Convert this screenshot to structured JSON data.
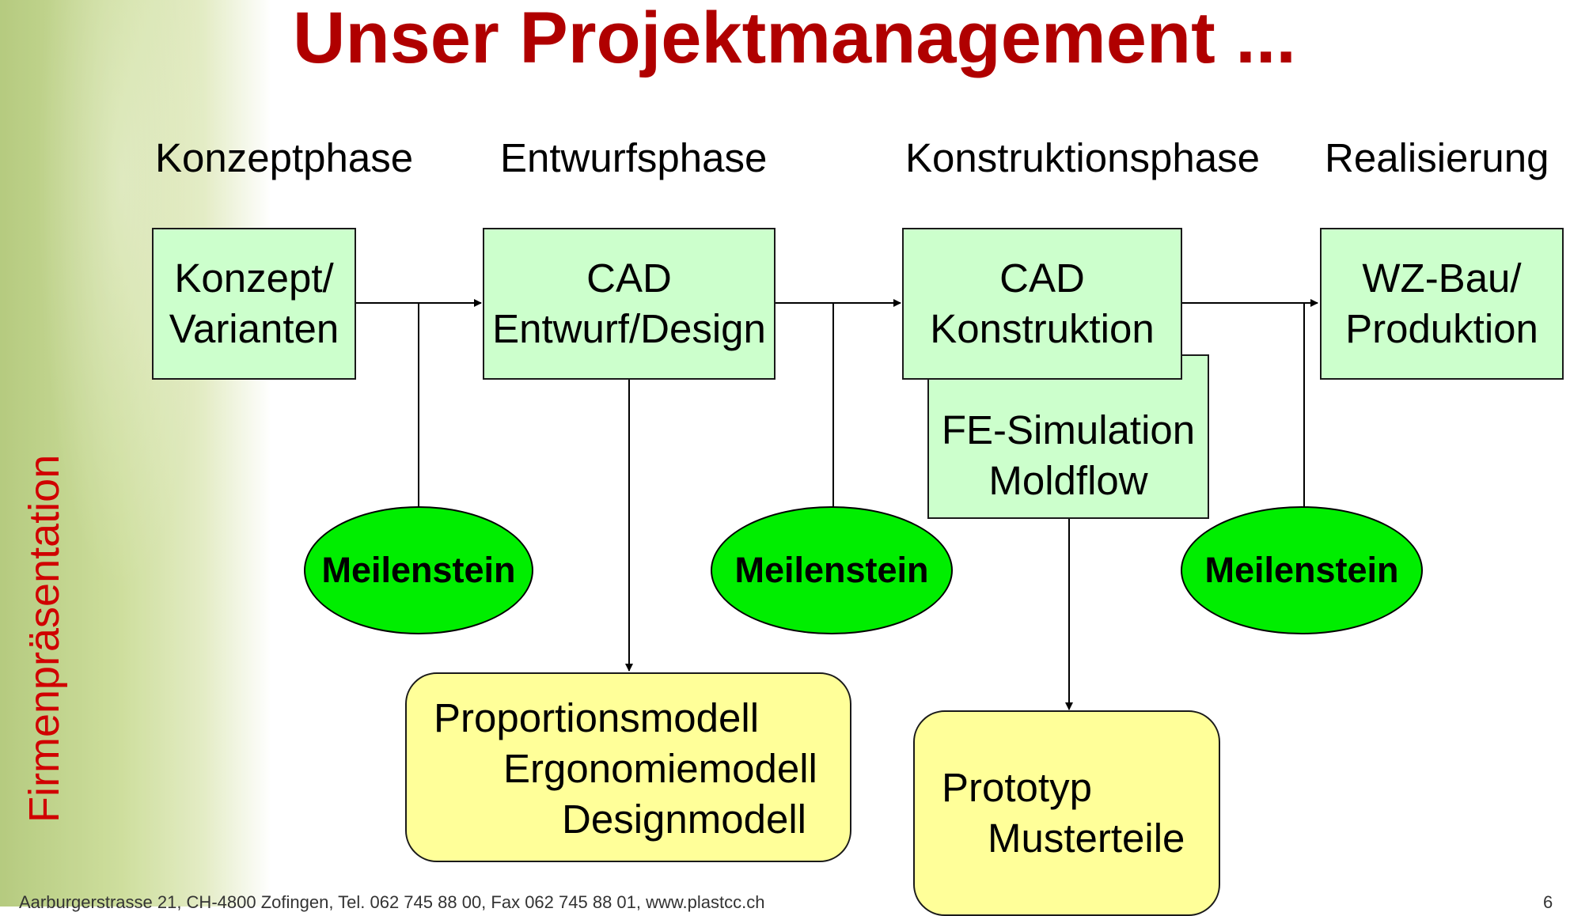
{
  "title": "Unser Projektmanagement ...",
  "side_label": "Firmenpräsentation",
  "phases": [
    "Konzeptphase",
    "Entwurfsphase",
    "Konstruktionsphase",
    "Realisierung"
  ],
  "boxes": {
    "konzept": [
      "Konzept/",
      "Varianten"
    ],
    "cad_entwurf": [
      "CAD",
      "Entwurf/Design"
    ],
    "cad_konstruktion": [
      "CAD",
      "Konstruktion"
    ],
    "fe_simulation": [
      "FE-Simulation",
      "Moldflow"
    ],
    "wz_bau": [
      "WZ-Bau/",
      "Produktion"
    ]
  },
  "models": {
    "design": [
      "Proportionsmodell",
      "Ergonomiemodell",
      "Designmodell"
    ],
    "prototype": [
      "Prototyp",
      "Musterteile"
    ]
  },
  "milestones": [
    "Meilenstein",
    "Meilenstein",
    "Meilenstein"
  ],
  "colors": {
    "title": "#b00000",
    "phase_box": "#ccffcc",
    "model_box": "#ffff99",
    "milestone": "#00ee00",
    "side_label": "#d00000"
  },
  "footer": "Aarburgerstrasse 21, CH-4800 Zofingen, Tel. 062 745 88 00, Fax 062 745 88 01, www.plastcc.ch",
  "page_number": "6"
}
